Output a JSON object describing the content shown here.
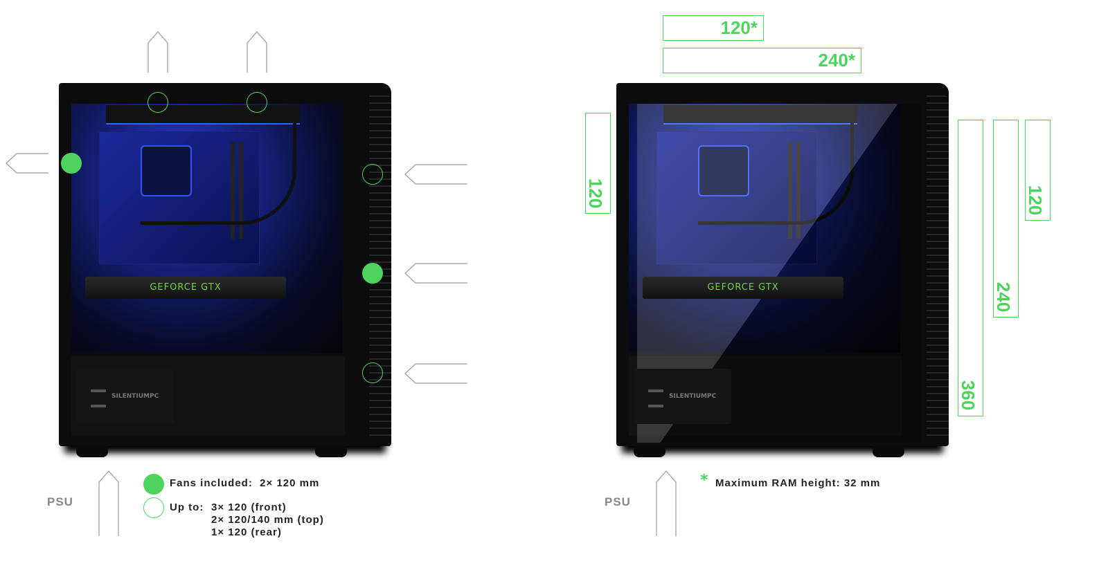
{
  "left_panel": {
    "gpu_label": "GEFORCE GTX",
    "brand_logo": "SILENTIUMPC",
    "psu_label": "PSU",
    "legend": {
      "fans_included": "Fans included:  2× 120 mm",
      "up_to_label": "Up to:",
      "up_to_items": [
        "3× 120 (front)",
        "2× 120/140 mm (top)",
        "1× 120 (rear)"
      ]
    }
  },
  "right_panel": {
    "gpu_label": "GEFORCE GTX",
    "brand_logo": "SILENTIUMPC",
    "psu_label": "PSU",
    "radiators": {
      "top_120": "120",
      "top_240": "240",
      "top_asterisk": "*",
      "rear_120": "120",
      "front_360": "360",
      "front_240": "240",
      "front_120": "120"
    },
    "note_asterisk": "*",
    "note": "Maximum RAM height: 32 mm"
  },
  "colors": {
    "accent_green": "#4ed35f",
    "case": "#0c0c0e",
    "glow_blue": "#2a3fd8"
  }
}
